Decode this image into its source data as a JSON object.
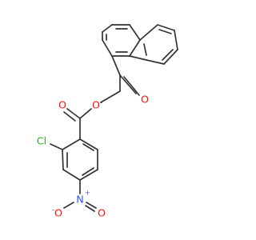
{
  "structure": {
    "labels": {
      "O_ketone": "O",
      "O_ester": "O",
      "O_carbonyl": "O",
      "Cl": "Cl",
      "N": "N",
      "O_nitro_left": "O",
      "O_nitro_right": "O"
    },
    "charges": {
      "N": "+",
      "O_nitro_left": "-"
    },
    "colors": {
      "bond": "#333333",
      "oxygen": "#ff0d0d",
      "chlorine": "#1fb31f",
      "nitrogen": "#3050f8"
    }
  }
}
